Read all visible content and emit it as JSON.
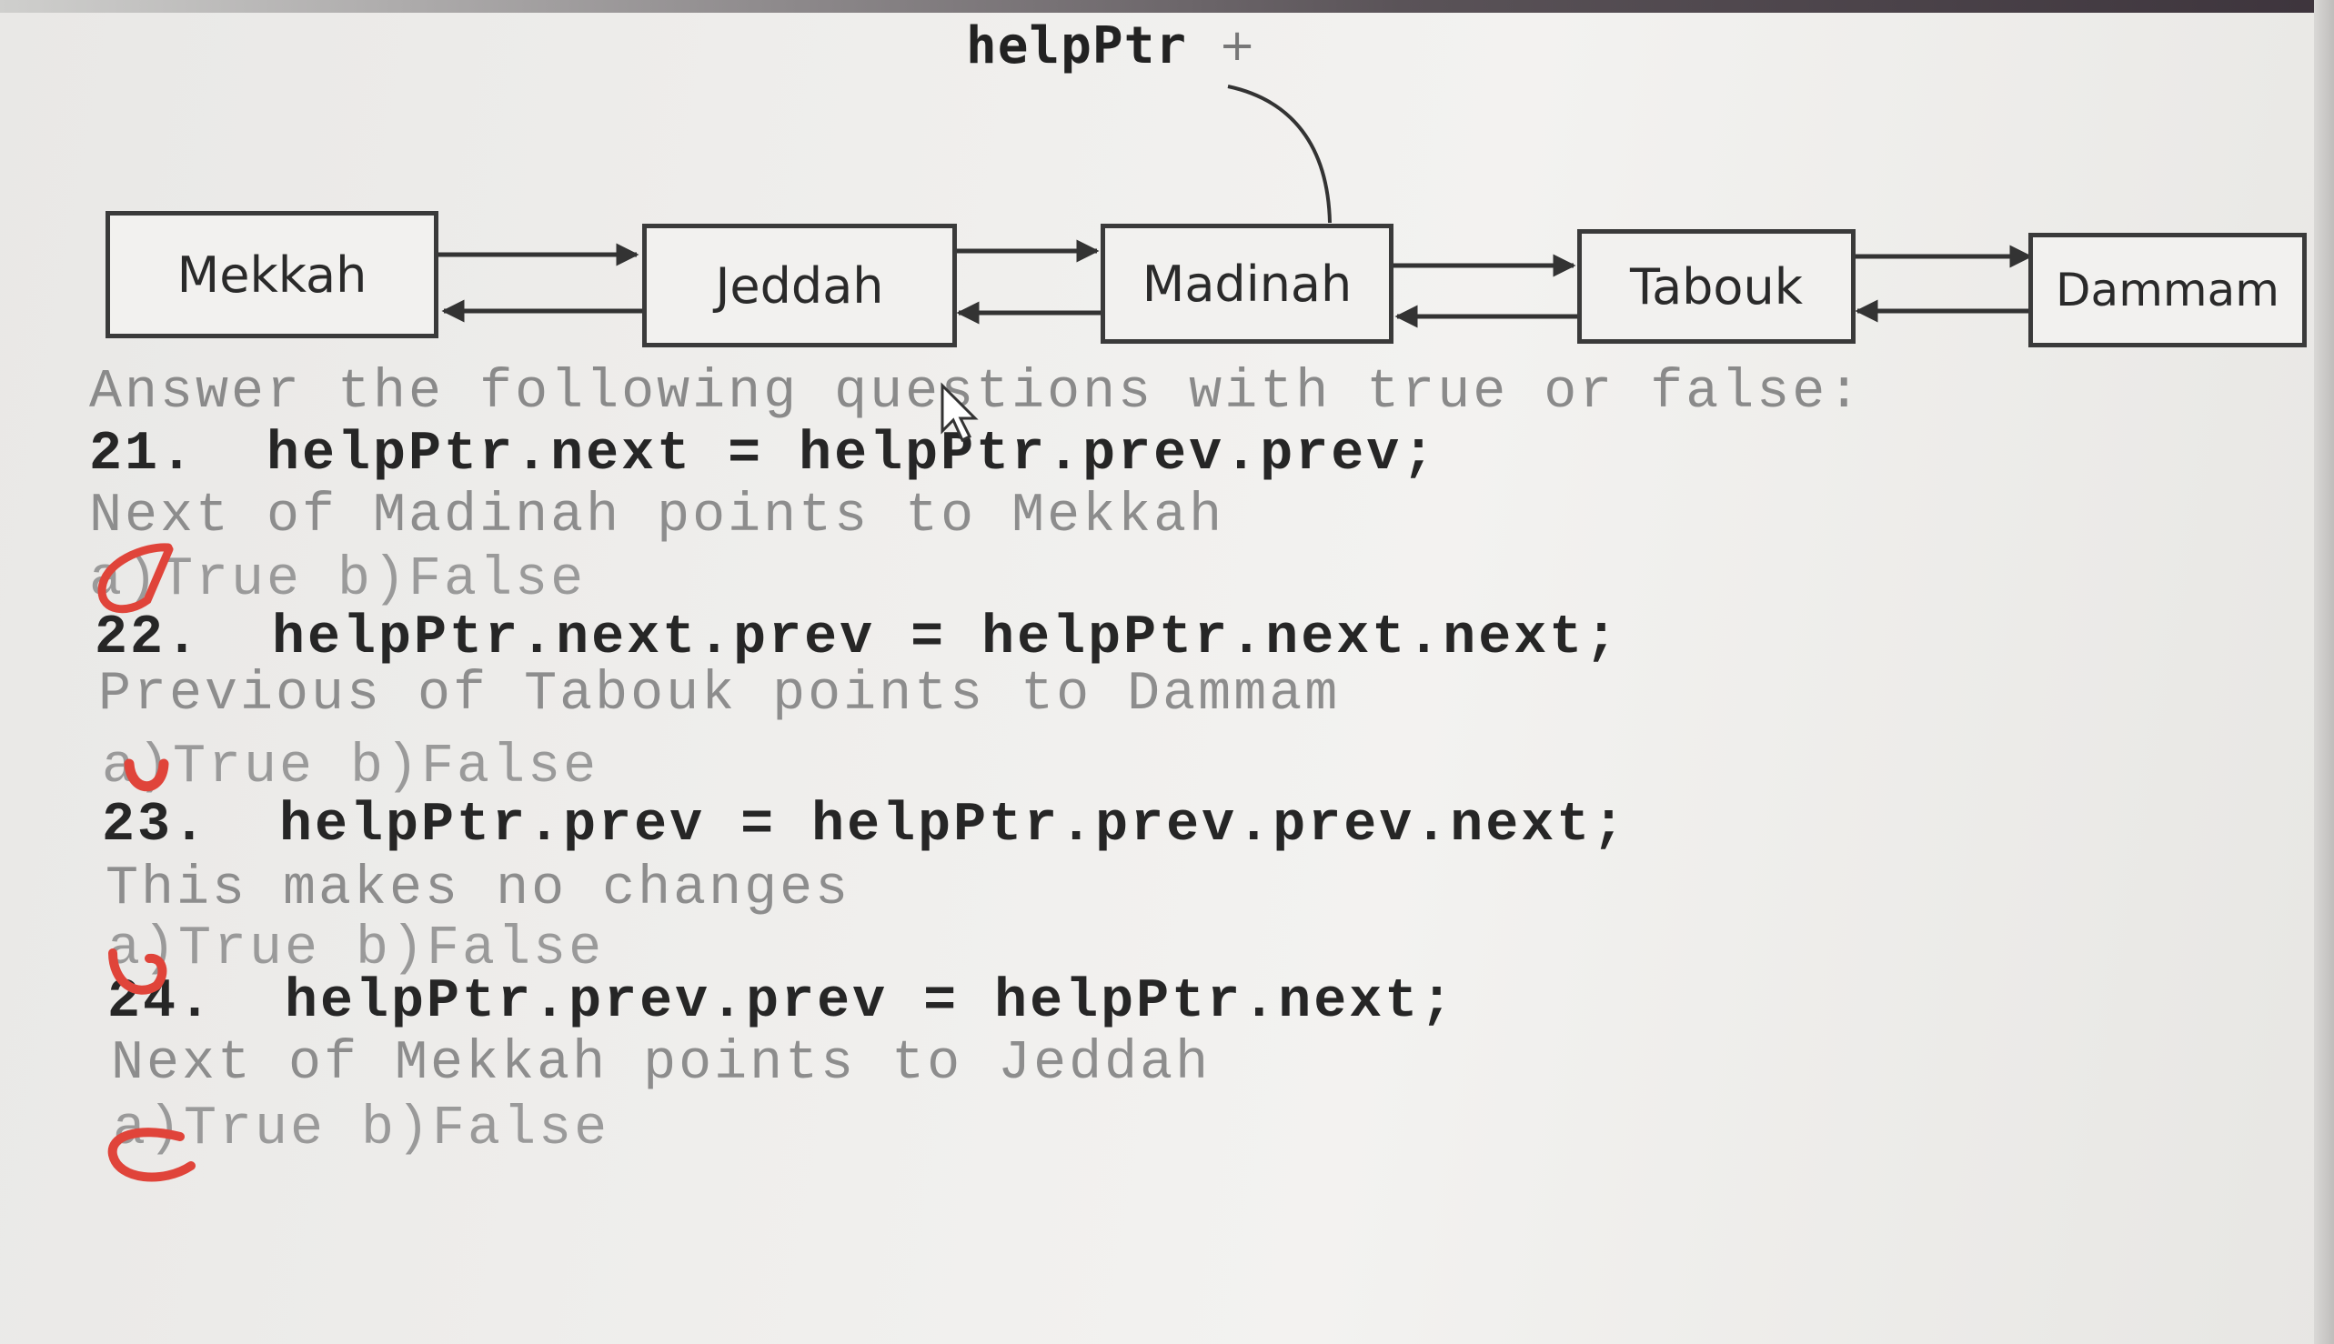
{
  "diagram": {
    "pointer_label": "helpPtr",
    "nodes": [
      "Mekkah",
      "Jeddah",
      "Madinah",
      "Tabouk",
      "Dammam"
    ]
  },
  "instruction": "Answer the following questions with true or false:",
  "questions": [
    {
      "code": "21.  helpPtr.next = helpPtr.prev.prev;",
      "statement": "Next of Madinah points to Mekkah",
      "options": "a)True b)False"
    },
    {
      "code": "22.  helpPtr.next.prev = helpPtr.next.next;",
      "statement": "Previous of Tabouk points to Dammam",
      "options": "a)True b)False"
    },
    {
      "code": "23.  helpPtr.prev = helpPtr.prev.prev.next;",
      "statement": "This makes no changes",
      "options": "a)True b)False"
    },
    {
      "code": "24.  helpPtr.prev.prev = helpPtr.next;",
      "statement": "Next of Mekkah points to Jeddah",
      "options": "a)True b)False"
    }
  ],
  "annotation_color": "#e0443a"
}
